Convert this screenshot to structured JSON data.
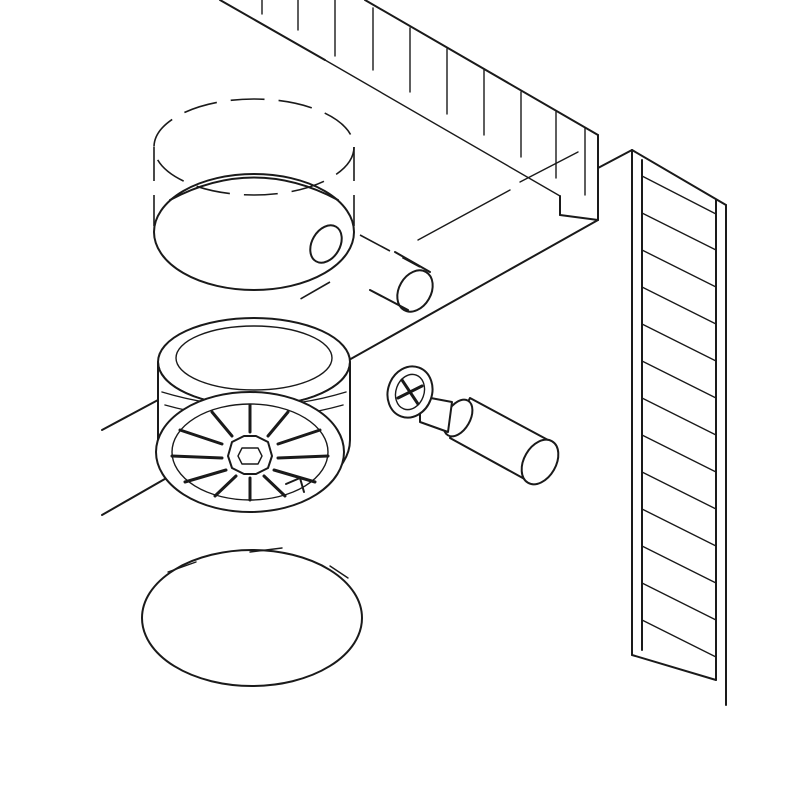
{
  "diagram": {
    "parts": [
      {
        "id": "drill-hole",
        "icon": "dashed-cylinder-icon"
      },
      {
        "id": "dowel-pin",
        "icon": "cylinder-icon"
      },
      {
        "id": "cam-lock-housing",
        "icon": "cam-lock-icon"
      },
      {
        "id": "connecting-bolt",
        "icon": "bolt-icon"
      },
      {
        "id": "cover-cap",
        "icon": "cap-icon"
      },
      {
        "id": "top-panel",
        "icon": "panel-icon"
      },
      {
        "id": "side-panel",
        "icon": "panel-icon"
      }
    ],
    "stroke_color": "#1a1a1a",
    "background_color": "#ffffff"
  }
}
